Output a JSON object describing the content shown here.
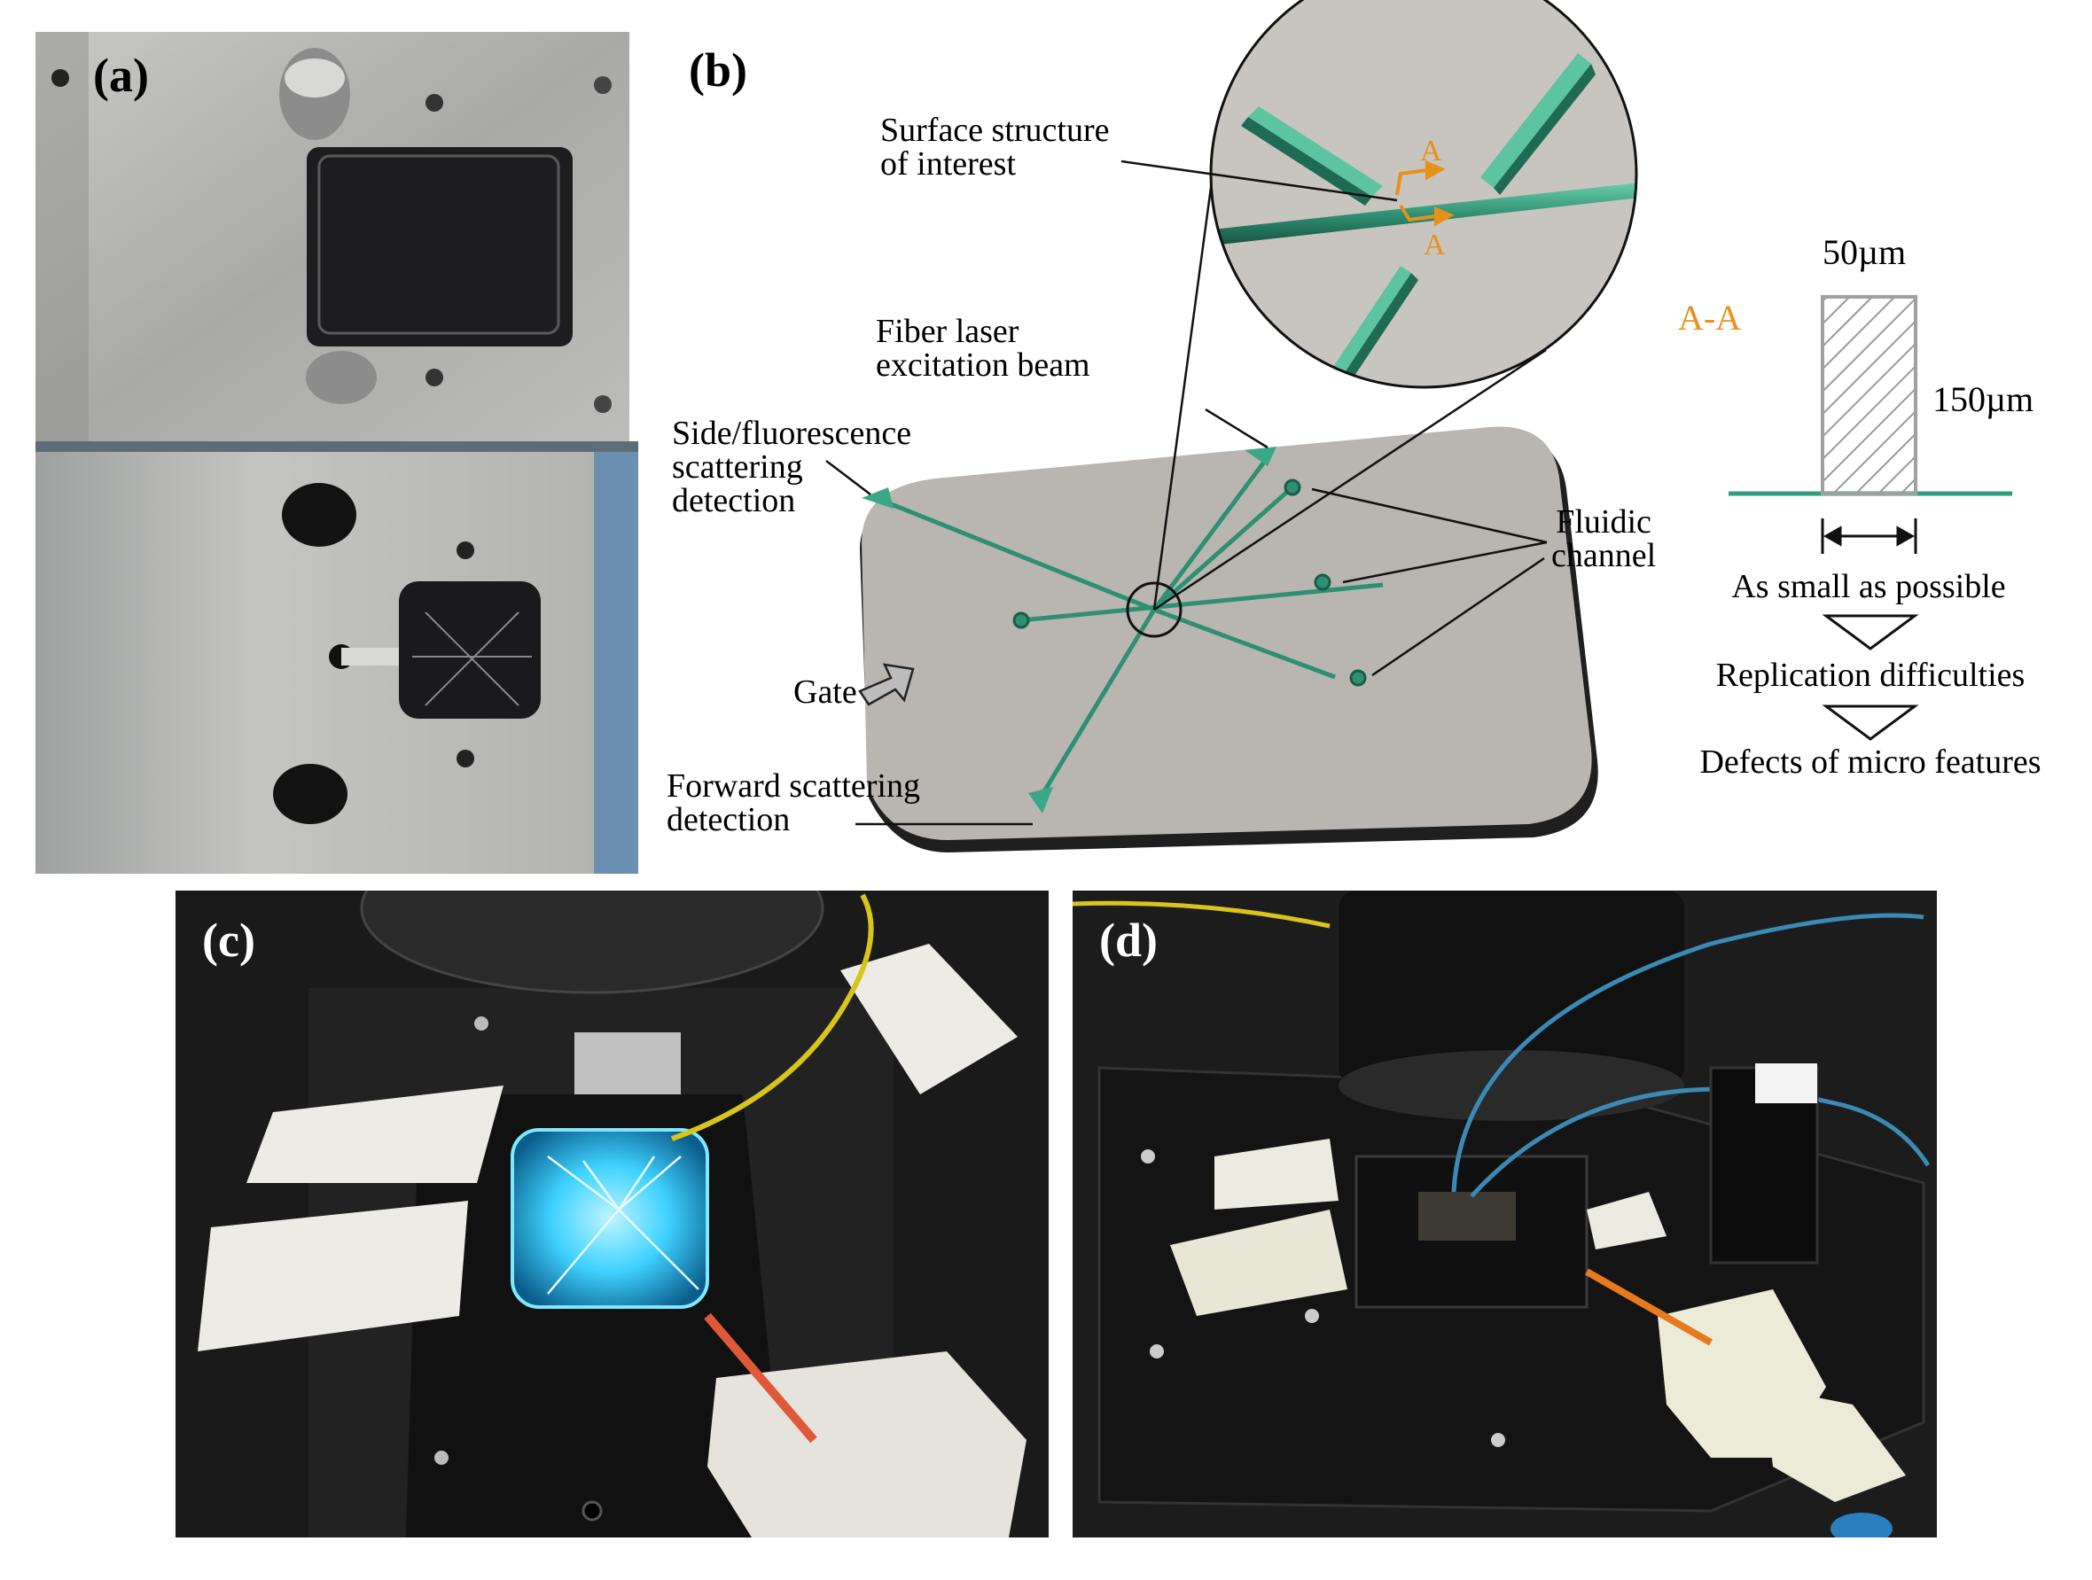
{
  "panels": {
    "a": {
      "label": "(a)"
    },
    "b": {
      "label": "(b)",
      "annotations": {
        "surface_structure": [
          "Surface structure",
          "of interest"
        ],
        "fiber_laser": [
          "Fiber laser",
          "excitation beam"
        ],
        "side_scatter": [
          "Side/fluorescence",
          "scattering",
          "detection"
        ],
        "fluidic_channel": [
          "Fluidic",
          "channel"
        ],
        "gate": "Gate",
        "forward_scatter": [
          "Forward scattering",
          "detection"
        ],
        "section_marker": "A",
        "section_label": "A-A",
        "width_dim": "50µm",
        "height_dim": "150µm",
        "flow_1": "As small as possible",
        "flow_2": "Replication difficulties",
        "flow_3": "Defects of micro features"
      }
    },
    "c": {
      "label": "(c)"
    },
    "d": {
      "label": "(d)"
    }
  },
  "colors": {
    "channel": "#2f8f72",
    "channel_light": "#5cc4a0",
    "chip": "#b9b5b1",
    "chip_edge": "#2b2b2b",
    "section_orange": "#e8901a",
    "hatch": "#9a9a9a",
    "photo_dark": "#1a1a1a",
    "glow": "#3fd2ff"
  },
  "icons": [
    "gate-arrow-icon",
    "down-arrow-icon",
    "double-arrow-icon",
    "section-arrow-icon"
  ]
}
